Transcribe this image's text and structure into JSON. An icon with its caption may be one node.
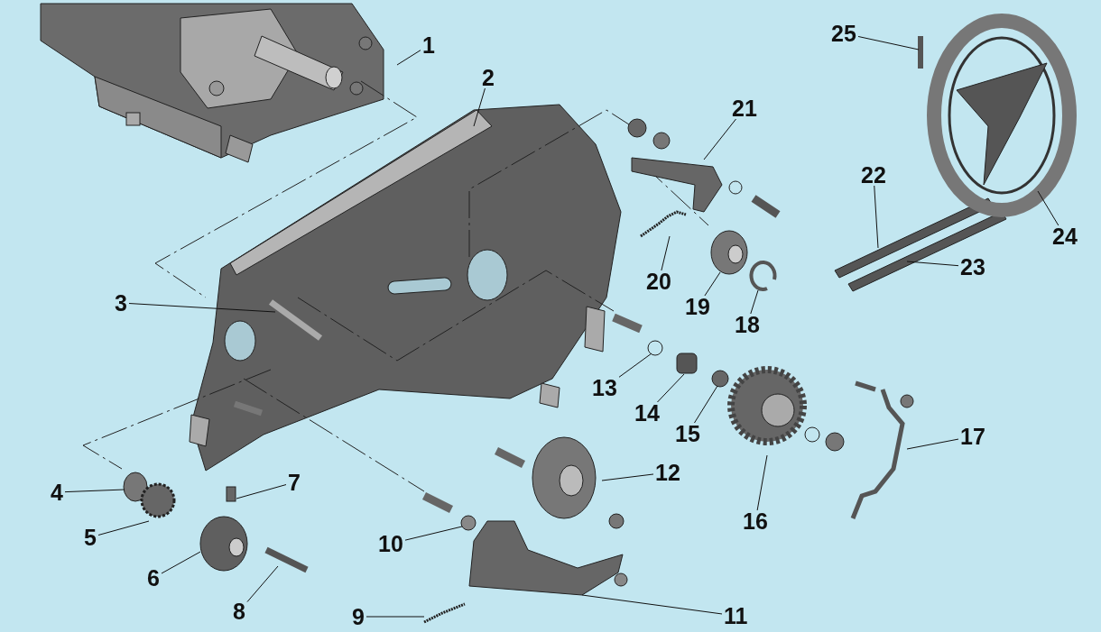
{
  "diagram": {
    "nodes": [
      {
        "text": [
          "1"
        ]
      },
      {
        "text": [
          "2"
        ]
      },
      {
        "text": [
          "3"
        ]
      },
      {
        "text": [
          "4"
        ]
      },
      {
        "text": [
          "5"
        ]
      },
      {
        "text": [
          "6"
        ]
      },
      {
        "text": [
          "7"
        ]
      },
      {
        "text": [
          "8"
        ]
      },
      {
        "text": [
          "9"
        ]
      },
      {
        "text": [
          "10"
        ]
      },
      {
        "text": [
          "11"
        ]
      },
      {
        "text": [
          "12"
        ]
      },
      {
        "text": [
          "13"
        ]
      },
      {
        "text": [
          "14"
        ]
      },
      {
        "text": [
          "15"
        ]
      },
      {
        "text": [
          "16"
        ]
      },
      {
        "text": [
          "17"
        ]
      },
      {
        "text": [
          "18"
        ]
      },
      {
        "text": [
          "19"
        ]
      },
      {
        "text": [
          "20"
        ]
      },
      {
        "text": [
          "21"
        ]
      },
      {
        "text": [
          "22"
        ]
      },
      {
        "text": [
          "23"
        ]
      },
      {
        "text": [
          "24"
        ]
      },
      {
        "text": [
          "25"
        ]
      }
    ],
    "edges": [
      {
        "from": 0,
        "to": null,
        "arrow": "none"
      },
      {
        "from": 1,
        "to": null,
        "arrow": "none"
      },
      {
        "from": 2,
        "to": null,
        "arrow": "none"
      },
      {
        "from": 3,
        "to": null,
        "arrow": "none"
      },
      {
        "from": 4,
        "to": null,
        "arrow": "none"
      },
      {
        "from": 5,
        "to": null,
        "arrow": "none"
      },
      {
        "from": 6,
        "to": null,
        "arrow": "none"
      },
      {
        "from": 7,
        "to": null,
        "arrow": "none"
      },
      {
        "from": 8,
        "to": null,
        "arrow": "none"
      },
      {
        "from": 9,
        "to": null,
        "arrow": "none"
      },
      {
        "from": 10,
        "to": null,
        "arrow": "none"
      },
      {
        "from": 11,
        "to": null,
        "arrow": "none"
      },
      {
        "from": 12,
        "to": null,
        "arrow": "none"
      },
      {
        "from": 13,
        "to": null,
        "arrow": "none"
      },
      {
        "from": 14,
        "to": null,
        "arrow": "none"
      },
      {
        "from": 15,
        "to": null,
        "arrow": "none"
      },
      {
        "from": 16,
        "to": null,
        "arrow": "none"
      },
      {
        "from": 17,
        "to": null,
        "arrow": "none"
      },
      {
        "from": 18,
        "to": null,
        "arrow": "none"
      },
      {
        "from": 19,
        "to": null,
        "arrow": "none"
      },
      {
        "from": 20,
        "to": null,
        "arrow": "none"
      },
      {
        "from": 21,
        "to": null,
        "arrow": "none"
      },
      {
        "from": 22,
        "to": null,
        "arrow": "none"
      },
      {
        "from": 23,
        "to": null,
        "arrow": "none"
      },
      {
        "from": 24,
        "to": null,
        "arrow": "none"
      }
    ]
  }
}
